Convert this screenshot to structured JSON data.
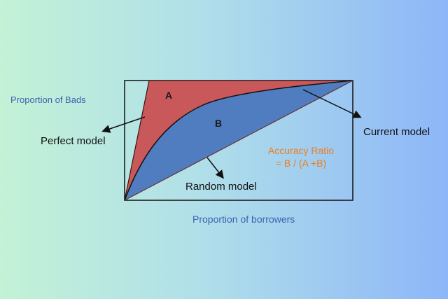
{
  "labels": {
    "y_axis": "Proportion of Bads",
    "x_axis": "Proportion of borrowers",
    "perfect_model": "Perfect model",
    "current_model": "Current model",
    "random_model": "Random model",
    "area_a": "A",
    "area_b": "B",
    "accuracy_ratio_line1": "Accuracy Ratio",
    "accuracy_ratio_line2": "= B / (A +B)"
  },
  "colors": {
    "background_left": "#c3f2d6",
    "background_right": "#8db6f8",
    "area_a_fill": "#c9585a",
    "area_b_fill": "#4f7dbf",
    "axis_label_text": "#3d62ad",
    "ratio_text": "#f07c1e"
  }
}
